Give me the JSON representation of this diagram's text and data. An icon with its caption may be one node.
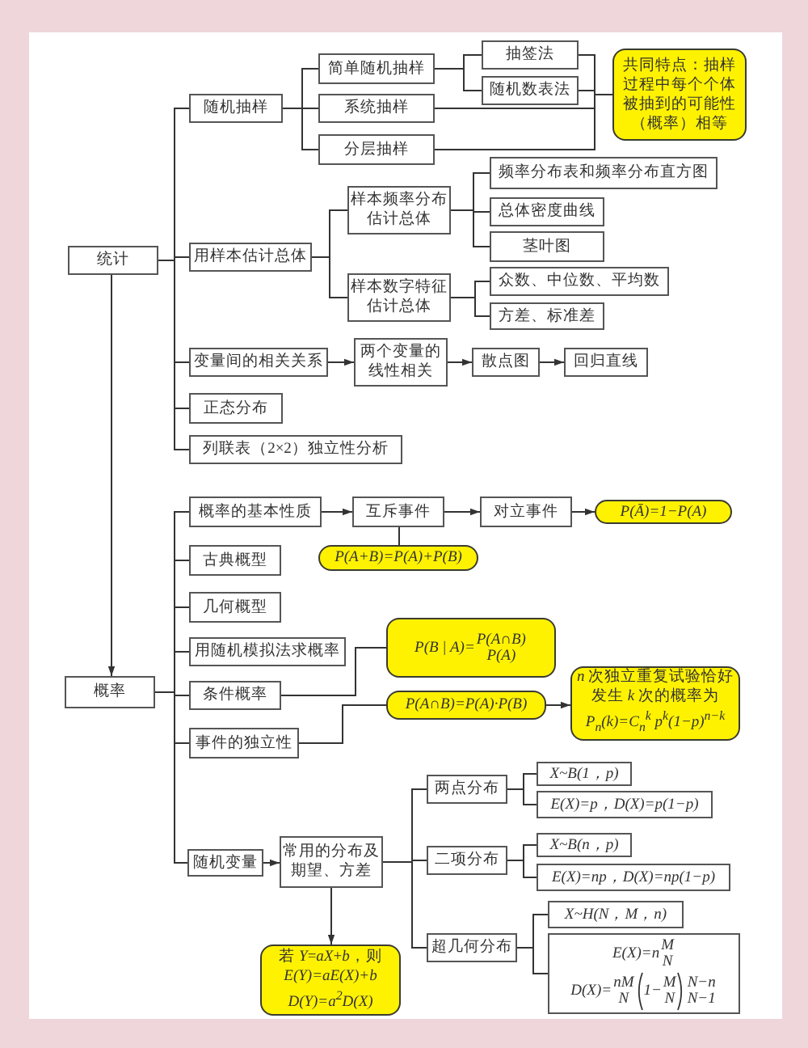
{
  "diagram": {
    "nodes": [
      {
        "text": [
          "统计"
        ]
      },
      {
        "text": [
          "随机抽样"
        ]
      },
      {
        "text": [
          "简单随机抽样"
        ]
      },
      {
        "text": [
          "系统抽样"
        ]
      },
      {
        "text": [
          "分层抽样"
        ]
      },
      {
        "text": [
          "抽签法"
        ]
      },
      {
        "text": [
          "随机数表法"
        ]
      },
      {
        "text": [
          "共同特点：抽样过程中每个个体被抽到的可能性（概率）相等"
        ]
      },
      {
        "text": [
          "用样本估计总体"
        ]
      },
      {
        "text": [
          "样本频率分布估计总体"
        ]
      },
      {
        "text": [
          "样本数字特征估计总体"
        ]
      },
      {
        "text": [
          "频率分布表和频率分布直方图"
        ]
      },
      {
        "text": [
          "总体密度曲线"
        ]
      },
      {
        "text": [
          "茎叶图"
        ]
      },
      {
        "text": [
          "众数、中位数、平均数"
        ]
      },
      {
        "text": [
          "方差、标准差"
        ]
      },
      {
        "text": [
          "变量间的相关关系"
        ]
      },
      {
        "text": [
          "两个变量的线性相关"
        ]
      },
      {
        "text": [
          "散点图"
        ]
      },
      {
        "text": [
          "回归直线"
        ]
      },
      {
        "text": [
          "正态分布"
        ]
      },
      {
        "text": [
          "列联表（2×2）独立性分析"
        ]
      },
      {
        "text": [
          "概率"
        ]
      },
      {
        "text": [
          "概率的基本性质"
        ]
      },
      {
        "text": [
          "古典概型"
        ]
      },
      {
        "text": [
          "几何概型"
        ]
      },
      {
        "text": [
          "用随机模拟法求概率"
        ]
      },
      {
        "text": [
          "条件概率"
        ]
      },
      {
        "text": [
          "事件的独立性"
        ]
      },
      {
        "text": [
          "随机变量"
        ]
      },
      {
        "text": [
          "常用的分布及期望、方差"
        ]
      },
      {
        "text": [
          "若 *Y*=*aX*+*b*，则",
          "E(Y)=aE(X)+b",
          "D(Y)=a$^{2}$D(X)"
        ]
      },
      {
        "text": [
          "互斥事件"
        ]
      },
      {
        "text": [
          "对立事件"
        ]
      },
      {
        "text": [
          "P(Ā)=1−P(A)"
        ]
      },
      {
        "text": [
          "P(A+B)=P(A)+P(B)"
        ]
      },
      {
        "text": [
          "P(B | A)=",
          "P(A∩B)",
          "P(A)"
        ]
      },
      {
        "text": [
          "P(A∩B)=P(A)·P(B)"
        ]
      },
      {
        "text": [
          "*n* 次独立重复试验恰好发生 *k* 次的概率为",
          "P$_{n}$(k)=C$_{n}$$^{k}$ p$^{k}$(1−p)$^{n−k}$"
        ]
      },
      {
        "text": [
          "两点分布"
        ]
      },
      {
        "text": [
          "二项分布"
        ]
      },
      {
        "text": [
          "超几何分布"
        ]
      },
      {
        "text": [
          "X~B(1，p)"
        ]
      },
      {
        "text": [
          "E(X)=p，D(X)=p(1−p)"
        ]
      },
      {
        "text": [
          "X~B(n，p)"
        ]
      },
      {
        "text": [
          "E(X)=np，D(X)=np(1−p)"
        ]
      },
      {
        "text": [
          "X~H(N，M，n)"
        ]
      },
      {
        "text": [
          "E(X)=n",
          "M",
          "N",
          "D(X)=",
          "nM",
          "N",
          "1−",
          "M",
          "N",
          "N−n",
          "N−1"
        ]
      }
    ],
    "edges": [
      {
        "from": 0,
        "to": 1,
        "arrow": "none"
      },
      {
        "from": 0,
        "to": 8,
        "arrow": "none"
      },
      {
        "from": 0,
        "to": 16,
        "arrow": "none"
      },
      {
        "from": 0,
        "to": 20,
        "arrow": "none"
      },
      {
        "from": 0,
        "to": 21,
        "arrow": "none"
      },
      {
        "from": 1,
        "to": 2,
        "arrow": "none"
      },
      {
        "from": 1,
        "to": 3,
        "arrow": "none"
      },
      {
        "from": 1,
        "to": 4,
        "arrow": "none"
      },
      {
        "from": 2,
        "to": 5,
        "arrow": "none"
      },
      {
        "from": 2,
        "to": 6,
        "arrow": "none"
      },
      {
        "from": 5,
        "to": 7,
        "arrow": "none"
      },
      {
        "from": 6,
        "to": 7,
        "arrow": "none"
      },
      {
        "from": 3,
        "to": 7,
        "arrow": "none"
      },
      {
        "from": 4,
        "to": 7,
        "arrow": "none"
      },
      {
        "from": 8,
        "to": 9,
        "arrow": "none"
      },
      {
        "from": 8,
        "to": 10,
        "arrow": "none"
      },
      {
        "from": 9,
        "to": 11,
        "arrow": "none"
      },
      {
        "from": 9,
        "to": 12,
        "arrow": "none"
      },
      {
        "from": 9,
        "to": 13,
        "arrow": "none"
      },
      {
        "from": 10,
        "to": 14,
        "arrow": "none"
      },
      {
        "from": 10,
        "to": 15,
        "arrow": "none"
      },
      {
        "from": 16,
        "to": 17,
        "arrow": "to"
      },
      {
        "from": 17,
        "to": 18,
        "arrow": "to"
      },
      {
        "from": 18,
        "to": 19,
        "arrow": "to"
      },
      {
        "from": 0,
        "to": 22,
        "arrow": "to"
      },
      {
        "from": 22,
        "to": 23,
        "arrow": "none"
      },
      {
        "from": 22,
        "to": 24,
        "arrow": "none"
      },
      {
        "from": 22,
        "to": 25,
        "arrow": "none"
      },
      {
        "from": 22,
        "to": 26,
        "arrow": "none"
      },
      {
        "from": 22,
        "to": 27,
        "arrow": "none"
      },
      {
        "from": 22,
        "to": 28,
        "arrow": "none"
      },
      {
        "from": 22,
        "to": 29,
        "arrow": "none"
      },
      {
        "from": 23,
        "to": 32,
        "arrow": "to"
      },
      {
        "from": 32,
        "to": 33,
        "arrow": "to"
      },
      {
        "from": 33,
        "to": 34,
        "arrow": "to"
      },
      {
        "from": 32,
        "to": 35,
        "arrow": "none"
      },
      {
        "from": 27,
        "to": 36,
        "arrow": "none"
      },
      {
        "from": 28,
        "to": 37,
        "arrow": "none"
      },
      {
        "from": 37,
        "to": 38,
        "arrow": "to"
      },
      {
        "from": 29,
        "to": 30,
        "arrow": "to"
      },
      {
        "from": 30,
        "to": 31,
        "arrow": "to"
      },
      {
        "from": 30,
        "to": 39,
        "arrow": "none"
      },
      {
        "from": 30,
        "to": 40,
        "arrow": "none"
      },
      {
        "from": 30,
        "to": 41,
        "arrow": "none"
      },
      {
        "from": 39,
        "to": 42,
        "arrow": "none"
      },
      {
        "from": 39,
        "to": 43,
        "arrow": "none"
      },
      {
        "from": 40,
        "to": 44,
        "arrow": "none"
      },
      {
        "from": 40,
        "to": 45,
        "arrow": "none"
      },
      {
        "from": 41,
        "to": 46,
        "arrow": "none"
      },
      {
        "from": 41,
        "to": 47,
        "arrow": "none"
      }
    ]
  }
}
